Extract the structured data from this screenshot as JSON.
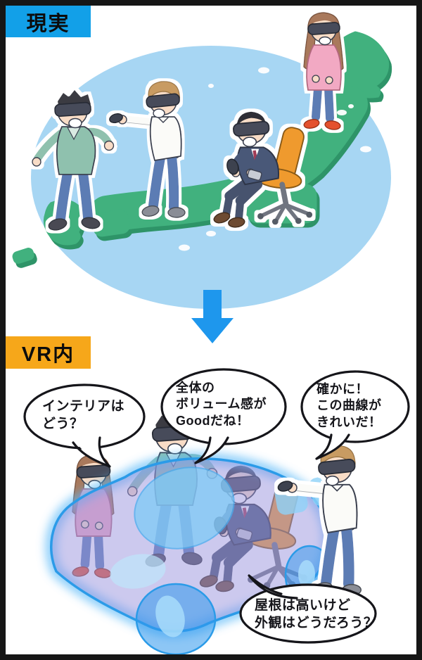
{
  "labels": {
    "reality": "現実",
    "vr": "VR内"
  },
  "bubbles": {
    "interior": {
      "line1": "インテリアは",
      "line2": "どう？",
      "speaker": "pink-woman"
    },
    "volume": {
      "line1": "全体の",
      "line2": "ボリューム感が",
      "line3": "Goodだね！",
      "speaker": "hoodie-man"
    },
    "curve": {
      "line1": "確かに！",
      "line2": "この曲線が",
      "line3": "きれいだ！",
      "speaker": "shirt-man"
    },
    "roof": {
      "line1": "屋根は高いけど",
      "line2": "外観はどうだろう？",
      "speaker": "suit-man"
    }
  },
  "icons": {
    "arrow": "down-arrow-icon",
    "headset": "vr-headset-icon",
    "controller": "vr-controller-icon"
  },
  "figures": [
    {
      "name": "hoodie-man",
      "top_color": "#8FC1AE",
      "pants": "#5C7CB4",
      "hair": "#3A3A42"
    },
    {
      "name": "shirt-man",
      "top_color": "#FBFBF8",
      "pants": "#5C7CB4",
      "hair": "#C89B62"
    },
    {
      "name": "suit-man",
      "top_color": "#4A5878",
      "tie": "#A03A55",
      "chair": "#EF9A2D"
    },
    {
      "name": "pink-woman",
      "top_color": "#F2A9C3",
      "pants": "#5C7CB4",
      "hair": "#A9795B",
      "shoes": "#E4512F"
    }
  ],
  "colors": {
    "frame": "#161616",
    "reality_tag_bg": "#12A0E8",
    "vr_tag_bg": "#F6A71A",
    "arrow_blue": "#1E97ED",
    "sea_ellipse": "#A7D6F3",
    "map_green": "#41B17E",
    "map_green_shadow": "#2E9468",
    "car_body": "#9A93DE",
    "car_glow": "#57B8F8",
    "car_glass": "#8ED2F8",
    "bubble_fill": "#FFFFFF",
    "bubble_stroke": "#15151a"
  }
}
